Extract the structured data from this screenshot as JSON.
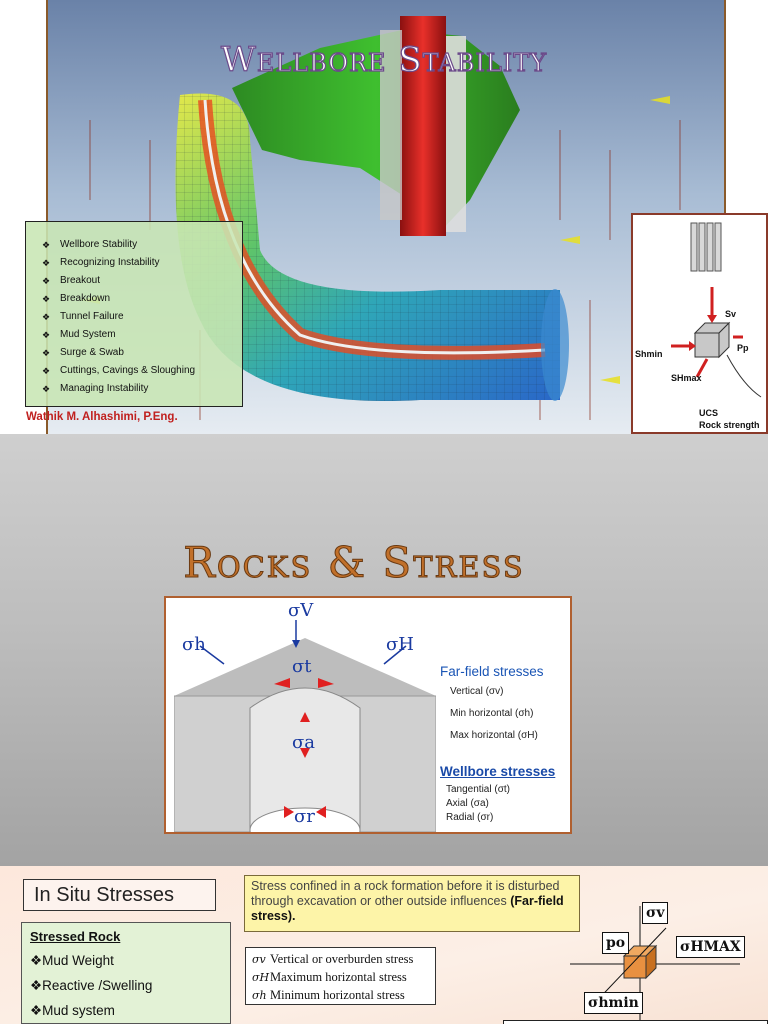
{
  "slide1": {
    "title": "Wellbore Stability",
    "topics": [
      "Wellbore Stability",
      "Recognizing Instability",
      "Breakout",
      "Breakdown",
      "Tunnel Failure",
      "Mud System",
      "Surge & Swab",
      "Cuttings, Cavings & Sloughing",
      "Managing Instability"
    ],
    "bullet_glyph": "❖",
    "author": "Wathik M. Alhashimi, P.Eng.",
    "inset_labels": {
      "sv": "Sv",
      "pp": "Pp",
      "shmin": "Shmin",
      "shmax": "SHmax",
      "ucs": "UCS",
      "rock_strength": "Rock strength"
    }
  },
  "slide2": {
    "title": "Rocks & Stress",
    "figure": {
      "sigma_v": "σV",
      "sigma_h": "σh",
      "sigma_H": "σH",
      "sigma_t": "σt",
      "sigma_a": "σa",
      "sigma_r": "σr",
      "far_field_heading": "Far-field stresses",
      "far_field_items": [
        "Vertical (σv)",
        "Min horizontal (σh)",
        "Max horizontal (σH)"
      ],
      "wellbore_heading": "Wellbore stresses",
      "wellbore_items": [
        "Tangential (σt)",
        "Axial (σa)",
        "Radial (σr)"
      ]
    }
  },
  "slide3": {
    "title": "In Situ Stresses",
    "definition_text": "Stress confined in a rock formation before it is disturbed through excavation or other outside influences ",
    "definition_bold": "(Far-field stress).",
    "stressed_rock_heading": "Stressed Rock",
    "stressed_rock_items": [
      "❖Mud Weight",
      "❖Reactive /Swelling",
      "❖Mud system"
    ],
    "legend": [
      {
        "symbol": "σv",
        "text": "Vertical or overburden stress"
      },
      {
        "symbol": "σH",
        "text": "Maximum horizontal stress"
      },
      {
        "symbol": "σh",
        "text": "Minimum horizontal stress"
      }
    ],
    "diagram_labels": {
      "sv": "σv",
      "po": "po",
      "shmax": "σHMAX",
      "shmin": "σhmin"
    }
  },
  "colors": {
    "title1_outline": "#6b4a8a",
    "title2": "#c1702a",
    "author": "#c0201f",
    "figure_border": "#b06030",
    "blue_text": "#1a55b5"
  }
}
